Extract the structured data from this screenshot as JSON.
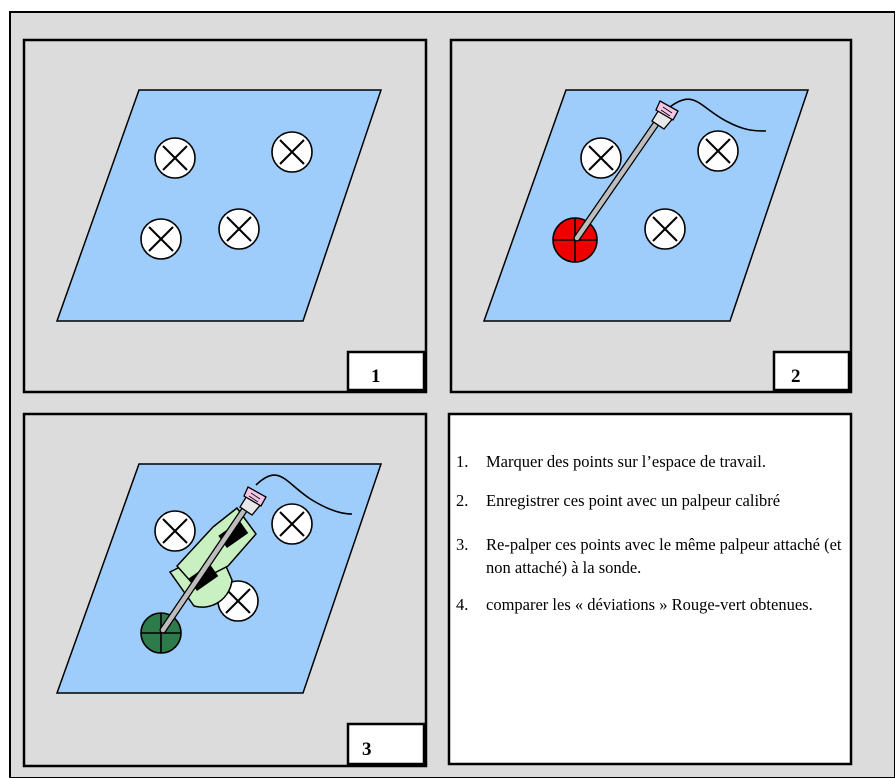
{
  "panels": [
    {
      "number": "1"
    },
    {
      "number": "2"
    },
    {
      "number": "3"
    }
  ],
  "steps": [
    {
      "num": "1.",
      "text": "Marquer des points sur l’espace de travail."
    },
    {
      "num": "2.",
      "text": "Enregistrer ces point avec un palpeur calibré"
    },
    {
      "num": "3.",
      "text": "Re-palper ces points avec le même palpeur attaché (et non attaché) à la sonde."
    },
    {
      "num": "4.",
      "text": "comparer les « déviations » Rouge-vert obtenues."
    }
  ],
  "colors": {
    "panel_bg": "#dcdcdc",
    "workspace": "#9fcdfb",
    "red_point": "#ee0000",
    "green_point": "#2d7a4a",
    "probe_body": "#c8f0c0",
    "probe_tip": "#f3c6e6"
  },
  "icons": [
    "cross-target-icon",
    "probe-icon",
    "cable-icon",
    "tracker-sonde-icon"
  ]
}
